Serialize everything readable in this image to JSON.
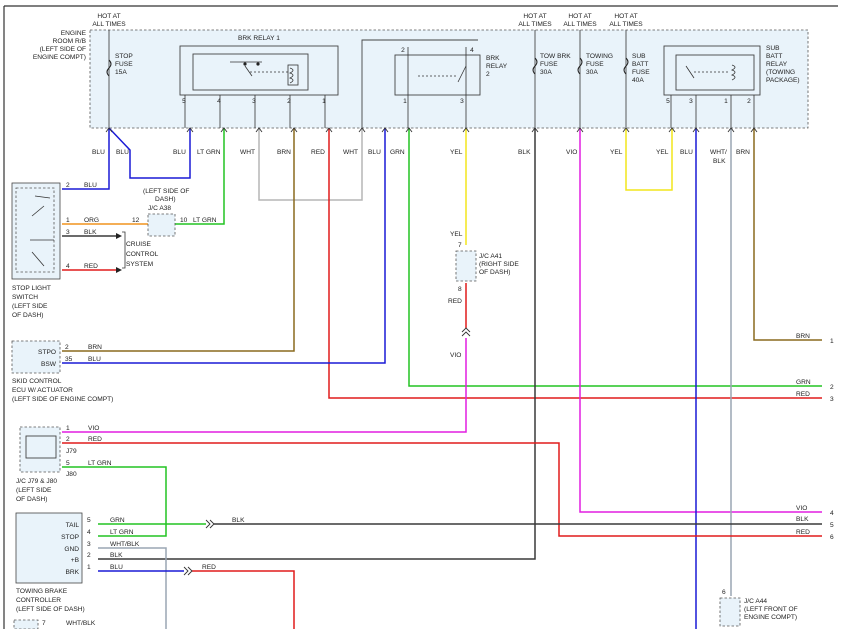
{
  "engine_rb": {
    "label_lines": [
      "ENGINE",
      "ROOM R/B",
      "(LEFT SIDE OF",
      "ENGINE COMPT)"
    ]
  },
  "hot": [
    "HOT AT",
    "ALL TIMES"
  ],
  "stop_fuse": [
    "STOP",
    "FUSE",
    "15A"
  ],
  "brk_relay1": "BRK RELAY 1",
  "brk_relay2": [
    "BRK",
    "RELAY",
    "2"
  ],
  "tow_brk_fuse": [
    "TOW BRK",
    "FUSE",
    "30A"
  ],
  "towing_fuse": [
    "TOWING",
    "FUSE",
    "30A"
  ],
  "sub_batt_fuse": [
    "SUB",
    "BATT",
    "FUSE",
    "40A"
  ],
  "sub_batt_relay": [
    "SUB",
    "BATT",
    "RELAY",
    "(TOWING",
    "PACKAGE)"
  ],
  "relay1_pins": [
    "5",
    "4",
    "3",
    "2",
    "1"
  ],
  "relay2_pins": [
    "2",
    "4",
    "1",
    "3"
  ],
  "relay3_pins": [
    "5",
    "3",
    "1",
    "2"
  ],
  "wire_labels": {
    "blu": "BLU",
    "ltgrn": "LT GRN",
    "wht": "WHT",
    "brn": "BRN",
    "red": "RED",
    "grn": "GRN",
    "yel": "YEL",
    "blk": "BLK",
    "vio": "VIO",
    "whtblk1": "WHT/",
    "whtblk2": "BLK",
    "org": "ORG",
    "whtblk": "WHT/BLK"
  },
  "stop_light_switch": {
    "lines": [
      "STOP LIGHT",
      "SWITCH",
      "(LEFT SIDE",
      "OF DASH)"
    ],
    "pins": [
      "2",
      "1",
      "3",
      "4"
    ]
  },
  "jc_a38": {
    "lines": [
      "(LEFT SIDE OF",
      "DASH)",
      "J/C A38"
    ],
    "pins": [
      "12",
      "10"
    ]
  },
  "cruise": [
    "CRUISE",
    "CONTROL",
    "SYSTEM"
  ],
  "jc_a41": {
    "lines": [
      "J/C A41",
      "(RIGHT SIDE",
      "OF DASH)"
    ],
    "pins": [
      "7",
      "8"
    ]
  },
  "skid": {
    "lines": [
      "SKID CONTROL",
      "ECU W/ ACTUATOR",
      "(LEFT SIDE OF ENGINE COMPT)"
    ],
    "terms": [
      "STPO",
      "BSW"
    ],
    "pins": [
      "2",
      "35"
    ]
  },
  "jc_j79": {
    "lines": [
      "J/C J79 & J80",
      "(LEFT SIDE",
      "OF DASH)"
    ],
    "pins": [
      "1",
      "2",
      "5"
    ],
    "j79": "J79",
    "j80": "J80"
  },
  "tbc": {
    "lines": [
      "TOWING BRAKE",
      "CONTROLLER",
      "(LEFT SIDE OF DASH)"
    ],
    "terms": [
      "TAIL",
      "STOP",
      "GND",
      "+B",
      "BRK"
    ],
    "pins": [
      "5",
      "4",
      "3",
      "2",
      "1"
    ],
    "bottom_pin": "7"
  },
  "jc_a44": {
    "lines": [
      "J/C A44",
      "(LEFT FRONT OF",
      "ENGINE COMPT)"
    ],
    "pin": "6"
  },
  "right_terminals": [
    "1",
    "2",
    "3",
    "4",
    "5",
    "6"
  ],
  "colors": {
    "blue": "#1a1ad6",
    "green": "#22c322",
    "gray": "#b5b5b5",
    "brown": "#8a6a1e",
    "red": "#e01b1b",
    "yellow": "#f2e51c",
    "black": "#3a3a3a",
    "violet": "#e21ee0",
    "orange": "#f0931e",
    "whtblk": "#9aa6b4"
  }
}
